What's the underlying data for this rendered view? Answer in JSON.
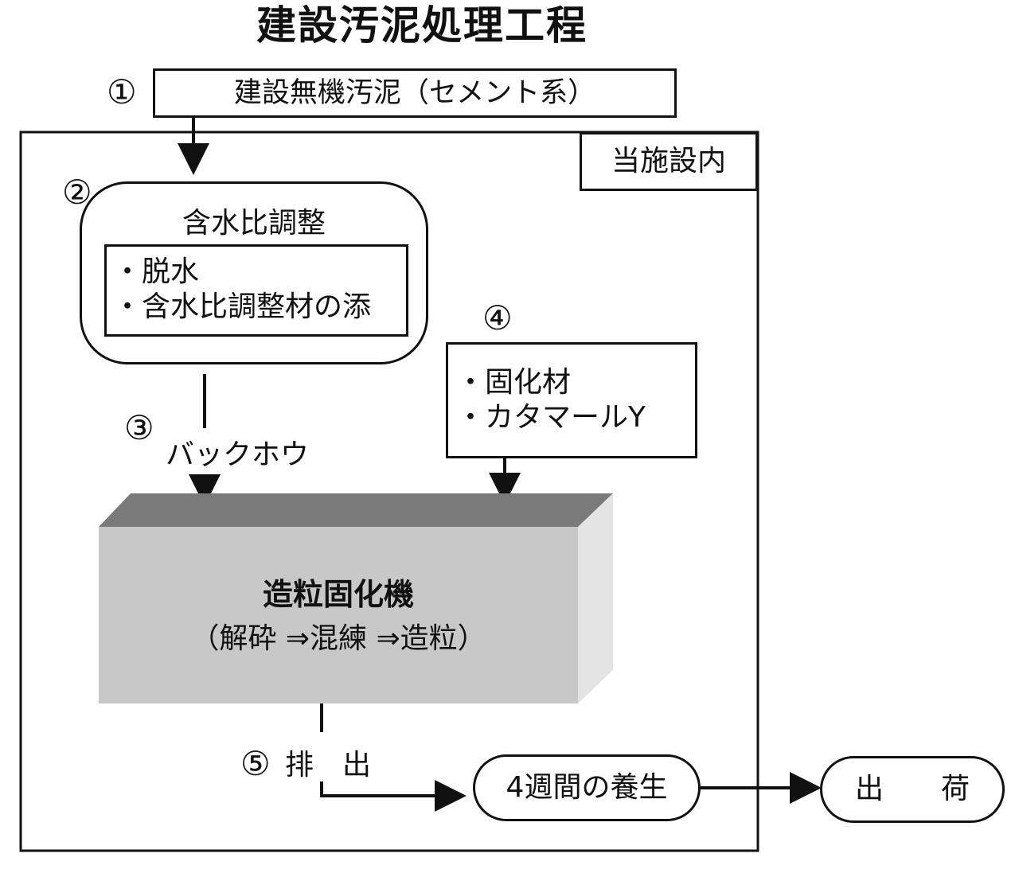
{
  "title": "建設汚泥処理工程",
  "steps": {
    "n1": "①",
    "n2": "②",
    "n3": "③",
    "n4": "④",
    "n5": "⑤"
  },
  "input": {
    "label": "建設無機汚泥（セメント系）"
  },
  "facility": {
    "label": "当施設内"
  },
  "moisture": {
    "title": "含水比調整",
    "items": [
      "・脱水",
      "・含水比調整材の添"
    ]
  },
  "transport": {
    "label": "バックホウ"
  },
  "additive": {
    "items": [
      "・固化材",
      "・カタマールY"
    ]
  },
  "machine": {
    "title": "造粒固化機",
    "subtitle": "（解砕 ⇒混練 ⇒造粒）"
  },
  "discharge": {
    "label": "排　出"
  },
  "curing": {
    "label": "4週間の養生"
  },
  "shipping": {
    "label": "出　　荷"
  },
  "colors": {
    "line": "#111111",
    "machine_front": "#c8c8c8",
    "machine_top": "#7a7a7a",
    "machine_side": "#e4e4e4"
  }
}
